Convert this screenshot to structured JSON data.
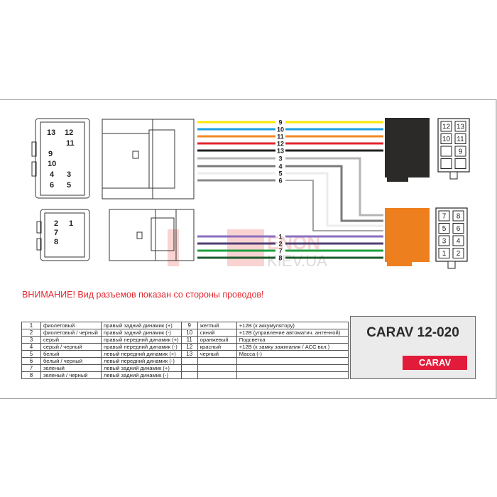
{
  "warning": "ВНИМАНИЕ! Вид разъемов показан со стороны проводов!",
  "model": {
    "title": "CARAV 12-020",
    "logo": "CARAV"
  },
  "watermark": {
    "line1": "ENON",
    "line2": "KIEV.UA"
  },
  "wires_top": [
    {
      "pin": "9",
      "color": "#ffe500"
    },
    {
      "pin": "10",
      "color": "#1aa0e0"
    },
    {
      "pin": "11",
      "color": "#f08a24"
    },
    {
      "pin": "12",
      "color": "#e3262e"
    },
    {
      "pin": "13",
      "color": "#222222"
    },
    {
      "pin": "3",
      "color": "#b5b5b5"
    },
    {
      "pin": "4",
      "color": "#7a7a7a"
    },
    {
      "pin": "5",
      "color": "#ececec"
    },
    {
      "pin": "6",
      "color": "#8a8a8a"
    }
  ],
  "wires_bottom": [
    {
      "pin": "1",
      "color": "#8a6fbf"
    },
    {
      "pin": "2",
      "color": "#4e3f73"
    },
    {
      "pin": "7",
      "color": "#1e9e3c"
    },
    {
      "pin": "8",
      "color": "#1d5a2c"
    }
  ],
  "left_connector_big": [
    "13",
    "12",
    "11",
    "9",
    "10",
    "4",
    "3",
    "6",
    "5"
  ],
  "left_connector_small": [
    "2",
    "1",
    "7",
    "8"
  ],
  "pinout_black": [
    "12",
    "13",
    "10",
    "11",
    "",
    "9",
    "",
    ""
  ],
  "pinout_orange": [
    "7",
    "8",
    "5",
    "6",
    "3",
    "4",
    "1",
    "2"
  ],
  "colors": {
    "black_connector": "#2b2a29",
    "orange_connector": "#ee7f1f"
  },
  "table": {
    "left": [
      [
        "1",
        "фиолетовый",
        "правый задний динамик (+)"
      ],
      [
        "2",
        "фиолетовый / черный",
        "правый задний динамик (-)"
      ],
      [
        "3",
        "серый",
        "правый передний динамик (+)"
      ],
      [
        "4",
        "серый / черный",
        "правый передний динамик (-)"
      ],
      [
        "5",
        "белый",
        "левый передний динамик (+)"
      ],
      [
        "6",
        "белый / черный",
        "левый передний динамик (-)"
      ],
      [
        "7",
        "зеленый",
        "левый задний динамик (+)"
      ],
      [
        "8",
        "зеленый / черный",
        "левый задний динамик (-)"
      ]
    ],
    "right": [
      [
        "9",
        "желтый",
        "+12В (к аккумулятору)"
      ],
      [
        "10",
        "синий",
        "+12В (управление автоматич. антенной)"
      ],
      [
        "11",
        "оранжевый",
        "Подсветка"
      ],
      [
        "12",
        "красный",
        "+12В (к замку зажигания / АСС вкл.)"
      ],
      [
        "13",
        "черный",
        "Масса (-)"
      ],
      [
        "",
        "",
        ""
      ],
      [
        "",
        "",
        ""
      ],
      [
        "",
        "",
        ""
      ]
    ]
  }
}
